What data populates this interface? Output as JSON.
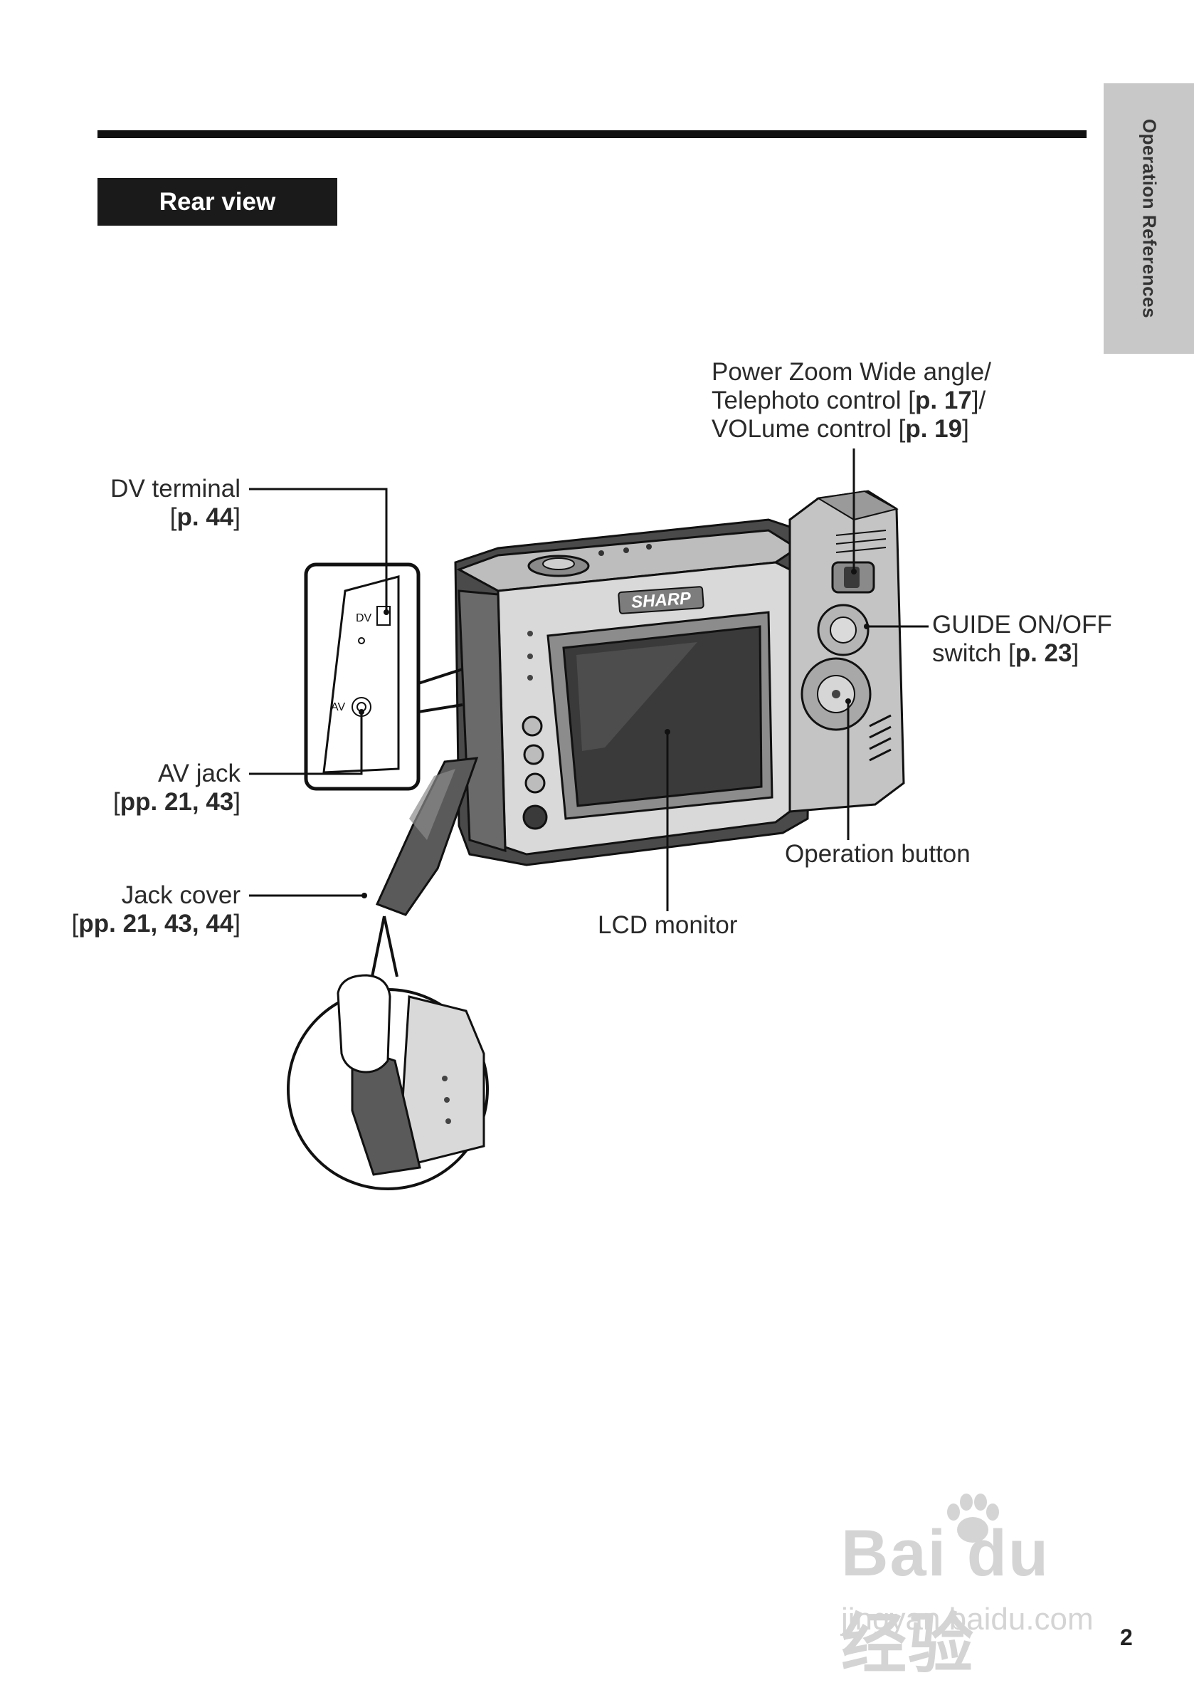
{
  "section_title": "Rear view",
  "side_tab": "Operation References",
  "page_number": "2",
  "brand_logo": "SHARP",
  "dv_port_label": "DV",
  "av_port_label": "AV",
  "callouts": {
    "dv_terminal": {
      "name": "DV terminal",
      "ref_open": "[",
      "ref": "p. 44",
      "ref_close": "]"
    },
    "av_jack": {
      "name": "AV jack",
      "ref_open": "[",
      "ref": "pp. 21, 43",
      "ref_close": "]"
    },
    "jack_cover": {
      "name": "Jack cover",
      "ref_open": "[",
      "ref": "pp. 21, 43, 44",
      "ref_close": "]"
    },
    "power_zoom": {
      "line1": "Power Zoom Wide angle/",
      "line2_pre": "Telephoto control [",
      "line2_ref": "p. 17",
      "line2_post": "]/",
      "line3_pre": "VOLume control [",
      "line3_ref": "p. 19",
      "line3_post": "]"
    },
    "guide_switch": {
      "line1": "GUIDE ON/OFF",
      "line2_pre": "switch [",
      "line2_ref": "p. 23",
      "line2_post": "]"
    },
    "operation_button": {
      "name": "Operation button"
    },
    "lcd_monitor": {
      "name": "LCD monitor"
    }
  },
  "watermark": {
    "logo": "Bai du 经验",
    "url": "jingyan.baidu.com"
  },
  "colors": {
    "ink": "#1a1a1a",
    "tab_gray": "#c8c8c8",
    "watermark": "#d4d4d4",
    "lcd_dark": "#3a3a3a"
  }
}
